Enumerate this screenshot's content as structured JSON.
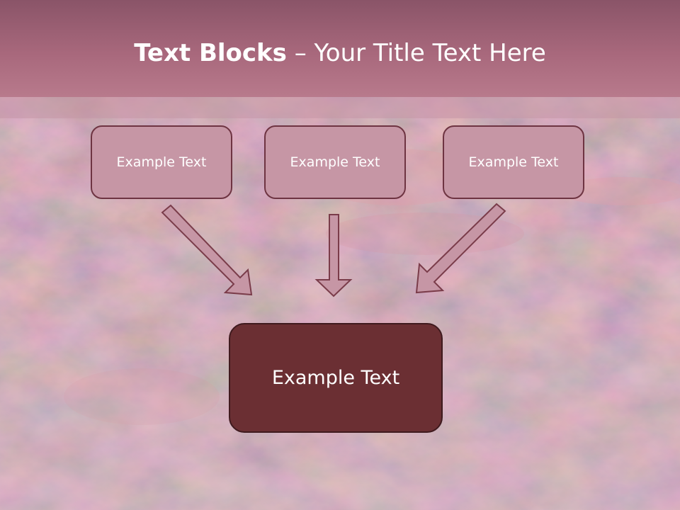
{
  "title": {
    "bold": "Text Blocks",
    "separator": " – ",
    "rest": "Your Title Text Here"
  },
  "boxes": {
    "top_left": "Example Text",
    "top_middle": "Example Text",
    "top_right": "Example Text",
    "bottom": "Example Text"
  },
  "colors": {
    "title_bar": "#a8687c",
    "small_box_fill": "#c696a5",
    "small_box_border": "#6e3442",
    "big_box_fill": "#6b2f33",
    "arrow_fill": "#c696a5",
    "arrow_border": "#7a3c4a"
  }
}
